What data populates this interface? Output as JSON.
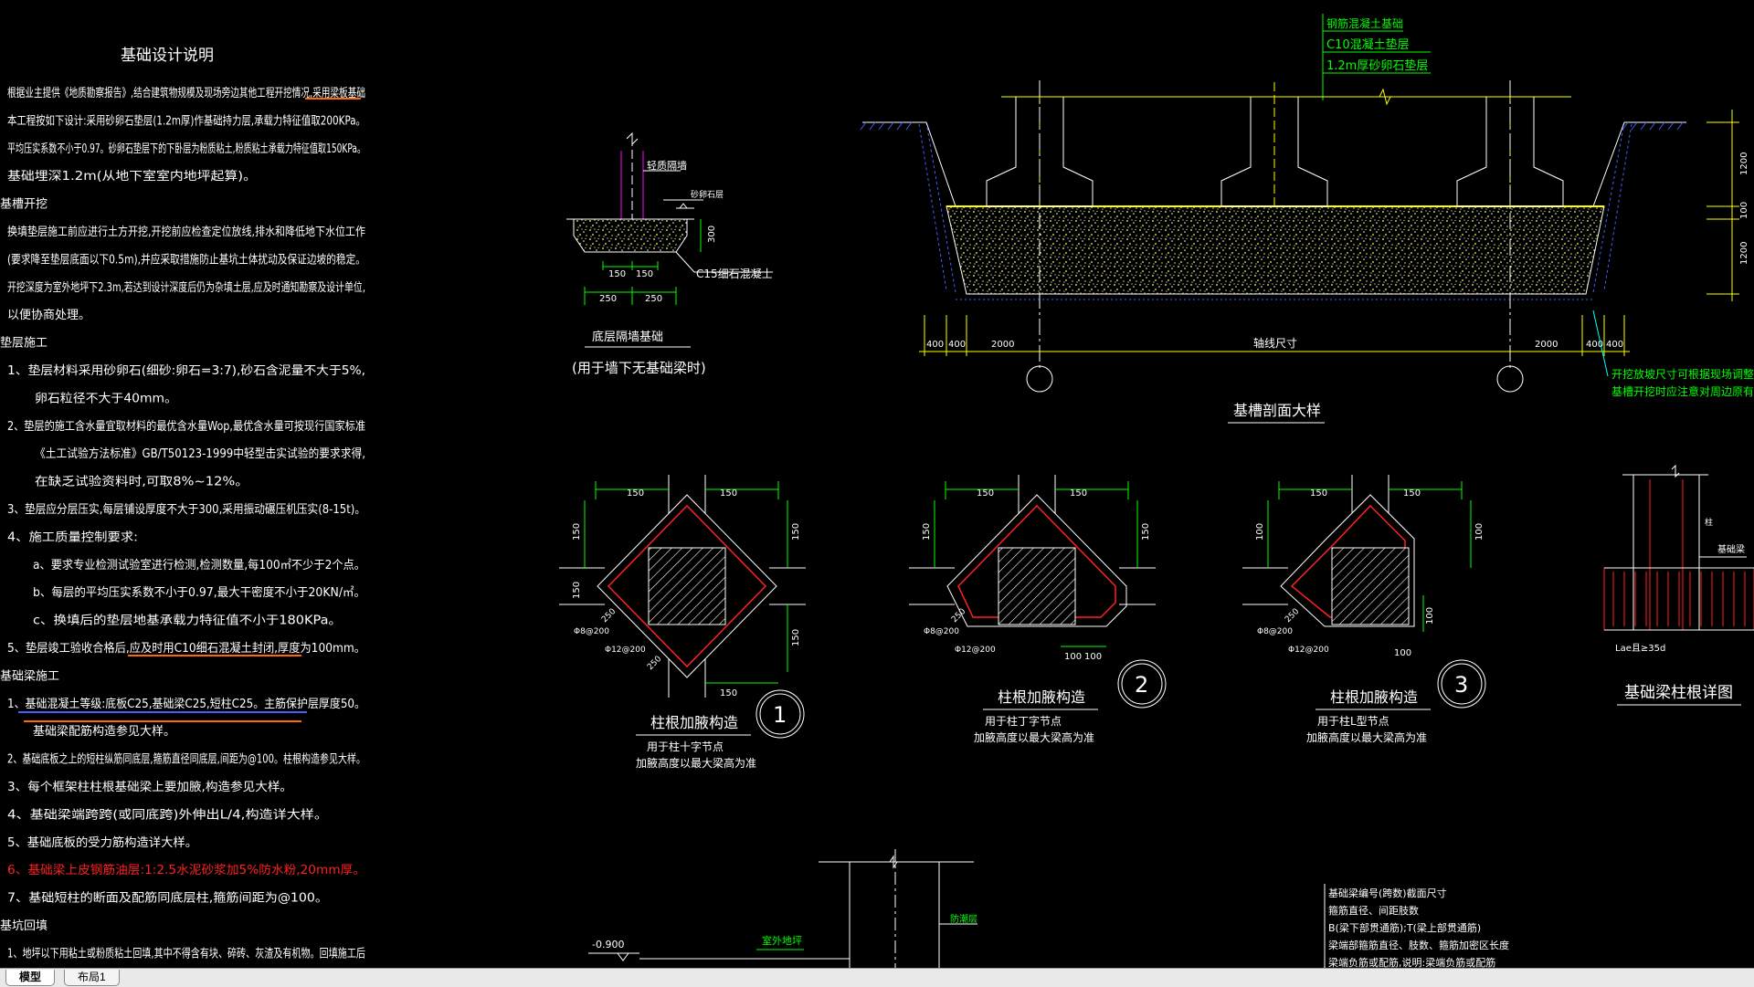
{
  "notes": {
    "title": "基础设计说明",
    "lines": [
      "根据业主提供《地质勘察报告》,结合建筑物规模及现场旁边其他工程开挖情况,采用梁板基础",
      "本工程按如下设计:采用砂卵石垫层(1.2m厚)作基础持力层,承载力特征值取200KPa。",
      "平均压实系数不小于0.97。砂卵石垫层下的下卧层为粉质粘土,粉质粘土承载力特征值取150KPa。",
      "基础埋深1.2m(从地下室室内地坪起算)。",
      "基槽开挖",
      "换填垫层施工前应进行土方开挖,开挖前应检查定位放线,排水和降低地下水位工作",
      "(要求降至垫层底面以下0.5m),并应采取措施防止基坑土体扰动及保证边坡的稳定。",
      "开挖深度为室外地坪下2.3m,若达到设计深度后仍为杂填土层,应及时通知勘察及设计单位,",
      "以便协商处理。",
      "垫层施工",
      "1、垫层材料采用砂卵石(细砂:卵石=3:7),砂石含泥量不大于5%,",
      "卵石粒径不大于40mm。",
      "2、垫层的施工含水量宜取材料的最优含水量Wop,最优含水量可按现行国家标准",
      "《土工试验方法标准》GB/T50123-1999中轻型击实试验的要求求得,",
      "在缺乏试验资料时,可取8%~12%。",
      "3、垫层应分层压实,每层铺设厚度不大于300,采用振动碾压机压实(8-15t)。",
      "4、施工质量控制要求:",
      "a、要求专业检测试验室进行检测,检测数量,每100㎡不少于2个点。",
      "b、每层的平均压实系数不小于0.97,最大干密度不小于20KN/㎡。",
      "c、换填后的垫层地基承载力特征值不小于180KPa。",
      "5、垫层竣工验收合格后,应及时用C10细石混凝土封闭,厚度为100mm。",
      "基础梁施工",
      "1、基础混凝土等级:底板C25,基础梁C25,短柱C25。主筋保护层厚度50。",
      "基础梁配筋构造参见大样。",
      "2、基础底板之上的短柱纵筋同底层,箍筋直径同底层,间距为@100。柱根构造参见大样。",
      "3、每个框架柱柱根基础梁上要加腋,构造参见大样。",
      "4、基础梁端跨跨(或同底跨)外伸出L/4,构造详大样。",
      "5、基础底板的受力筋构造详大样。",
      "6、基础梁上皮钢筋油层:1:2.5水泥砂浆加5%防水粉,20mm厚。",
      "7、基础短柱的断面及配筋同底层柱,箍筋间距为@100。",
      "基坑回填",
      "1、地坪以下用粘土或粉质粘土回填,其中不得含有块、碎砖、灰渣及有机物。回填施工后"
    ]
  },
  "strip_detail": {
    "label_wall": "轻质隔墙",
    "label_cushion": "砂卵石层",
    "label_concrete": "C15细石混凝土",
    "dims": [
      "150",
      "150",
      "250",
      "250",
      "300"
    ],
    "title": "底层隔墙基础",
    "subtitle": "(用于墙下无基础梁时)"
  },
  "section": {
    "legend": [
      "钢筋混凝土基础",
      "C10混凝土垫层",
      "1.2m厚砂卵石垫层"
    ],
    "dims_bottom": [
      "400",
      "400",
      "2000",
      "轴线尺寸",
      "2000",
      "400",
      "400"
    ],
    "dims_right": [
      "1200",
      "100",
      "1200"
    ],
    "note1": "开挖放坡尺寸可根据现场调整",
    "note2": "基槽开挖时应注意对周边原有建筑的",
    "title": "基槽剖面大样"
  },
  "details": [
    {
      "num": "1",
      "title": "柱根加腋构造",
      "sub1": "用于柱十字节点",
      "sub2": "加腋高度以最大梁高为准",
      "dims": [
        "150",
        "150",
        "150",
        "150",
        "150",
        "150",
        "150",
        "250",
        "250"
      ],
      "rebar1": "Φ8@200",
      "rebar2": "Φ12@200"
    },
    {
      "num": "2",
      "title": "柱根加腋构造",
      "sub1": "用于柱丁字节点",
      "sub2": "加腋高度以最大梁高为准",
      "dims": [
        "150",
        "150",
        "150",
        "150",
        "100",
        "100",
        "250"
      ],
      "rebar1": "Φ8@200",
      "rebar2": "Φ12@200"
    },
    {
      "num": "3",
      "title": "柱根加腋构造",
      "sub1": "用于柱L型节点",
      "sub2": "加腋高度以最大梁高为准",
      "dims": [
        "150",
        "150",
        "100",
        "100",
        "250"
      ],
      "rebar1": "Φ8@200",
      "rebar2": "Φ12@200"
    }
  ],
  "beam_detail": {
    "title": "基础梁柱根详图",
    "label1": "柱",
    "label2": "基础梁",
    "lae": "Lae且≥35d"
  },
  "bottom": {
    "level": "-0.900",
    "label_floor": "室外地坪",
    "label_layer": "防潮层",
    "notes": [
      "基础梁编号(跨数)截面尺寸",
      "箍筋直径、间距肢数",
      "B(梁下部贯通筋);T(梁上部贯通筋)",
      "梁端部箍筋直径、肢数、箍筋加密区长度",
      "梁端负筋或配筋,说明:梁端负筋或配筋"
    ]
  },
  "tabs": [
    "模型",
    "布局1"
  ],
  "colors": {
    "bg": "#000000",
    "yellow": "#ffff00",
    "green": "#00ff00",
    "red": "#ff2020",
    "white": "#ffffff",
    "orange": "#ff6a00",
    "blue": "#4060ff",
    "magenta": "#ff00ff"
  }
}
